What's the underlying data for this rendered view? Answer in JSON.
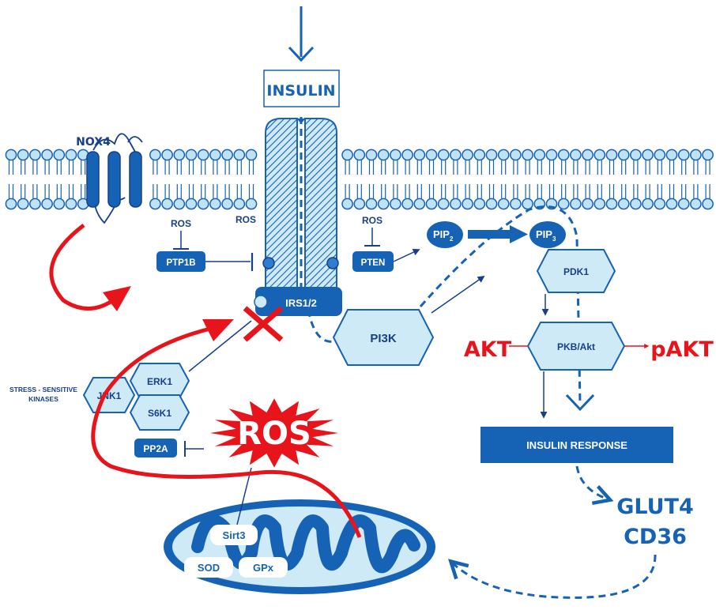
{
  "colors": {
    "dark_blue": "#1662b5",
    "navy": "#173f8a",
    "light_blue": "#cfeaf7",
    "membrane_fill": "#bfe2f5",
    "red": "#e8141b",
    "white": "#ffffff"
  },
  "labels": {
    "insulin": "INSULIN",
    "nox4": "NOX4",
    "ros_ptp1b": "ROS",
    "ros_receptor": "ROS",
    "ros_pten": "ROS",
    "ptp1b": "PTP1B",
    "pten": "PTEN",
    "irs": "IRS1/2",
    "pi3k": "PI3K",
    "pip2_main": "PIP",
    "pip2_sub": "2",
    "pip3_main": "PIP",
    "pip3_sub": "3",
    "pdk1": "PDK1",
    "pkb_akt": "PKB/Akt",
    "akt": "AKT",
    "pakt": "pAKT",
    "insulin_response": "INSULIN RESPONSE",
    "glut4": "GLUT4",
    "cd36": "CD36",
    "stress_kinases_line1": "STRESS - SENSITIVE",
    "stress_kinases_line2": "KINASES",
    "jnk1": "JNK1",
    "erk1": "ERK1",
    "s6k1": "S6K1",
    "pp2a": "PP2A",
    "ros_burst": "ROS",
    "sirt3": "Sirt3",
    "sod": "SOD",
    "gpx": "GPx"
  },
  "icons": [
    "insulin-arrow-icon",
    "inhibition-bar-icon",
    "red-cross-icon",
    "mitochondrion-icon",
    "receptor-icon",
    "nox4-channel-icon"
  ]
}
